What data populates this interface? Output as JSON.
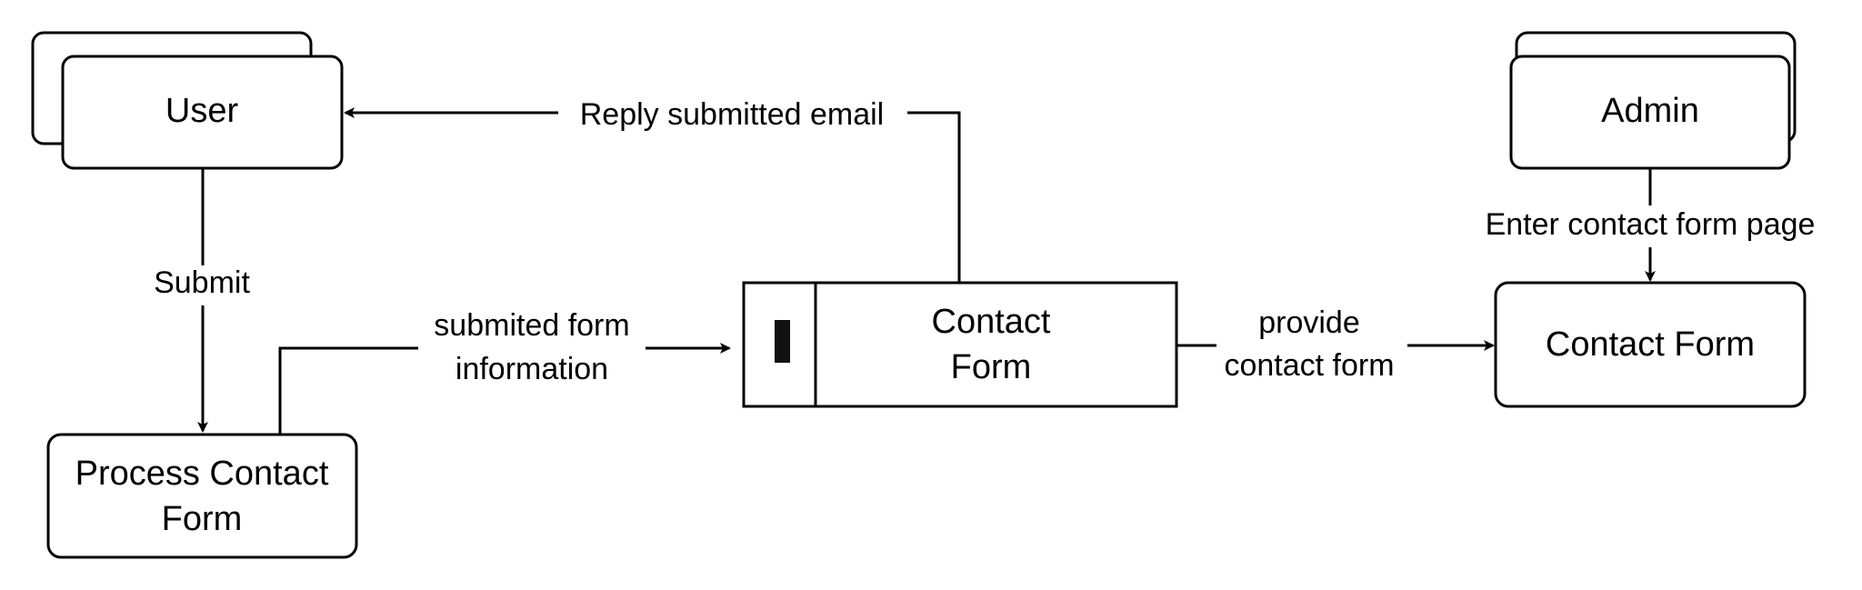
{
  "diagram": {
    "nodes": {
      "user": {
        "label": "User",
        "kind": "external-entity-stack"
      },
      "admin": {
        "label": "Admin",
        "kind": "external-entity-stack"
      },
      "process": {
        "label_line1": "Process Contact",
        "label_line2": "Form",
        "kind": "process"
      },
      "contact_form_entity": {
        "label": "Contact Form",
        "kind": "rounded-box"
      },
      "data_store": {
        "label_line1": "Contact",
        "label_line2": "Form",
        "kind": "data-store"
      }
    },
    "edges": {
      "submit": {
        "label": "Submit",
        "from": "User",
        "to": "Process Contact Form"
      },
      "submitted_info": {
        "label_line1": "submited form",
        "label_line2": "information",
        "from": "Process Contact Form",
        "to": "Contact Form data store"
      },
      "reply": {
        "label": "Reply submitted email",
        "from": "Contact Form data store",
        "to": "User"
      },
      "provide": {
        "label_line1": "provide",
        "label_line2": "contact form",
        "from": "Contact Form data store",
        "to": "Contact Form"
      },
      "enter": {
        "label": "Enter contact form page",
        "from": "Admin",
        "to": "Contact Form"
      }
    },
    "colors": {
      "stroke": "#000000",
      "background": "#ffffff",
      "store_text": "#222222"
    }
  }
}
